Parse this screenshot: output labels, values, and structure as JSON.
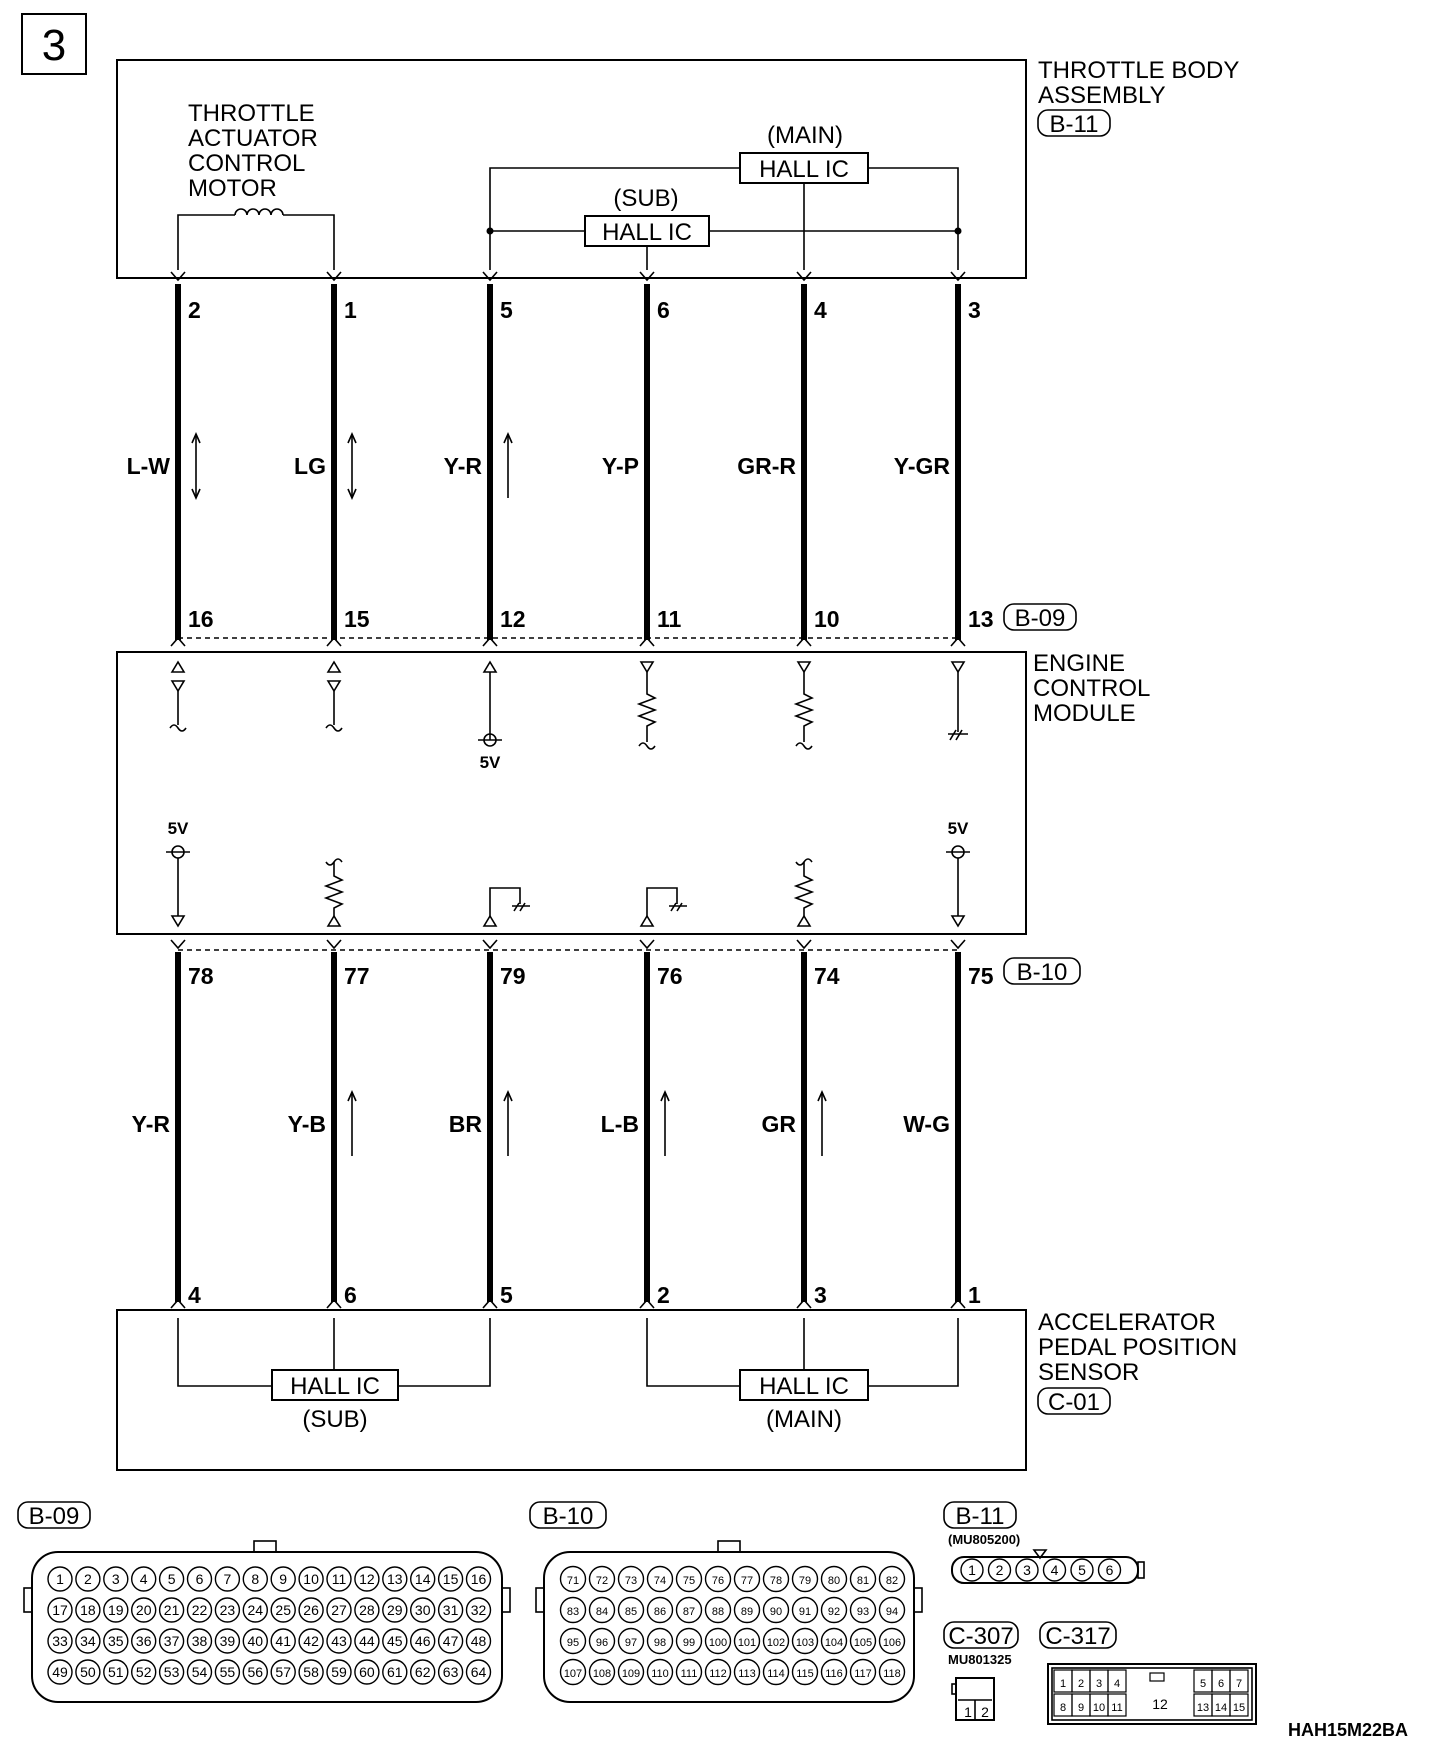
{
  "page_number": "3",
  "figure_code": "HAH15M22BA",
  "throttle_body": {
    "title_line1": "THROTTLE BODY",
    "title_line2": "ASSEMBLY",
    "connector": "B-11",
    "motor_line1": "THROTTLE",
    "motor_line2": "ACTUATOR",
    "motor_line3": "CONTROL",
    "motor_line4": "MOTOR",
    "main_label": "(MAIN)",
    "main_ic": "HALL IC",
    "sub_label": "(SUB)",
    "sub_ic": "HALL IC"
  },
  "upper_wires": [
    {
      "top_pin": "2",
      "color": "L-W",
      "bottom_pin": "16",
      "arrow": "both"
    },
    {
      "top_pin": "1",
      "color": "LG",
      "bottom_pin": "15",
      "arrow": "both"
    },
    {
      "top_pin": "5",
      "color": "Y-R",
      "bottom_pin": "12",
      "arrow": "up"
    },
    {
      "top_pin": "6",
      "color": "Y-P",
      "bottom_pin": "11",
      "arrow": "none"
    },
    {
      "top_pin": "4",
      "color": "GR-R",
      "bottom_pin": "10",
      "arrow": "none"
    },
    {
      "top_pin": "3",
      "color": "Y-GR",
      "bottom_pin": "13",
      "arrow": "none"
    }
  ],
  "upper_ecm_connector": "B-09",
  "ecm": {
    "title_line1": "ENGINE",
    "title_line2": "CONTROL",
    "title_line3": "MODULE",
    "v_top": "5V",
    "v_left": "5V",
    "v_right": "5V"
  },
  "lower_ecm_connector": "B-10",
  "lower_wires": [
    {
      "top_pin": "78",
      "color": "Y-R",
      "bottom_pin": "4",
      "arrow": "none"
    },
    {
      "top_pin": "77",
      "color": "Y-B",
      "bottom_pin": "6",
      "arrow": "up"
    },
    {
      "top_pin": "79",
      "color": "BR",
      "bottom_pin": "5",
      "arrow": "up"
    },
    {
      "top_pin": "76",
      "color": "L-B",
      "bottom_pin": "2",
      "arrow": "up"
    },
    {
      "top_pin": "74",
      "color": "GR",
      "bottom_pin": "3",
      "arrow": "up"
    },
    {
      "top_pin": "75",
      "color": "W-G",
      "bottom_pin": "1",
      "arrow": "none"
    }
  ],
  "apps": {
    "title_line1": "ACCELERATOR",
    "title_line2": "PEDAL POSITION",
    "title_line3": "SENSOR",
    "connector": "C-01",
    "sub_ic": "HALL IC",
    "sub_label": "(SUB)",
    "main_ic": "HALL IC",
    "main_label": "(MAIN)"
  },
  "connectors": {
    "b09": {
      "name": "B-09",
      "rows": [
        [
          "1",
          "2",
          "3",
          "4",
          "5",
          "6",
          "7",
          "8",
          "9",
          "10",
          "11",
          "12",
          "13",
          "14",
          "15",
          "16"
        ],
        [
          "17",
          "18",
          "19",
          "20",
          "21",
          "22",
          "23",
          "24",
          "25",
          "26",
          "27",
          "28",
          "29",
          "30",
          "31",
          "32"
        ],
        [
          "33",
          "34",
          "35",
          "36",
          "37",
          "38",
          "39",
          "40",
          "41",
          "42",
          "43",
          "44",
          "45",
          "46",
          "47",
          "48"
        ],
        [
          "49",
          "50",
          "51",
          "52",
          "53",
          "54",
          "55",
          "56",
          "57",
          "58",
          "59",
          "60",
          "61",
          "62",
          "63",
          "64"
        ]
      ]
    },
    "b10": {
      "name": "B-10",
      "rows": [
        [
          "71",
          "72",
          "73",
          "74",
          "75",
          "76",
          "77",
          "78",
          "79",
          "80",
          "81",
          "82"
        ],
        [
          "83",
          "84",
          "85",
          "86",
          "87",
          "88",
          "89",
          "90",
          "91",
          "92",
          "93",
          "94"
        ],
        [
          "95",
          "96",
          "97",
          "98",
          "99",
          "100",
          "101",
          "102",
          "103",
          "104",
          "105",
          "106"
        ],
        [
          "107",
          "108",
          "109",
          "110",
          "111",
          "112",
          "113",
          "114",
          "115",
          "116",
          "117",
          "118"
        ]
      ]
    },
    "b11": {
      "name": "B-11",
      "part": "(MU805200)",
      "pins": [
        "1",
        "2",
        "3",
        "4",
        "5",
        "6"
      ]
    },
    "c307": {
      "name": "C-307",
      "part": "MU801325",
      "pins": [
        "1",
        "2"
      ]
    },
    "c317": {
      "name": "C-317",
      "top_left": [
        "1",
        "2",
        "3",
        "4"
      ],
      "bottom_left": [
        "8",
        "9",
        "10",
        "11"
      ],
      "center": "12",
      "top_right": [
        "5",
        "6",
        "7"
      ],
      "bottom_right": [
        "13",
        "14",
        "15"
      ]
    }
  }
}
